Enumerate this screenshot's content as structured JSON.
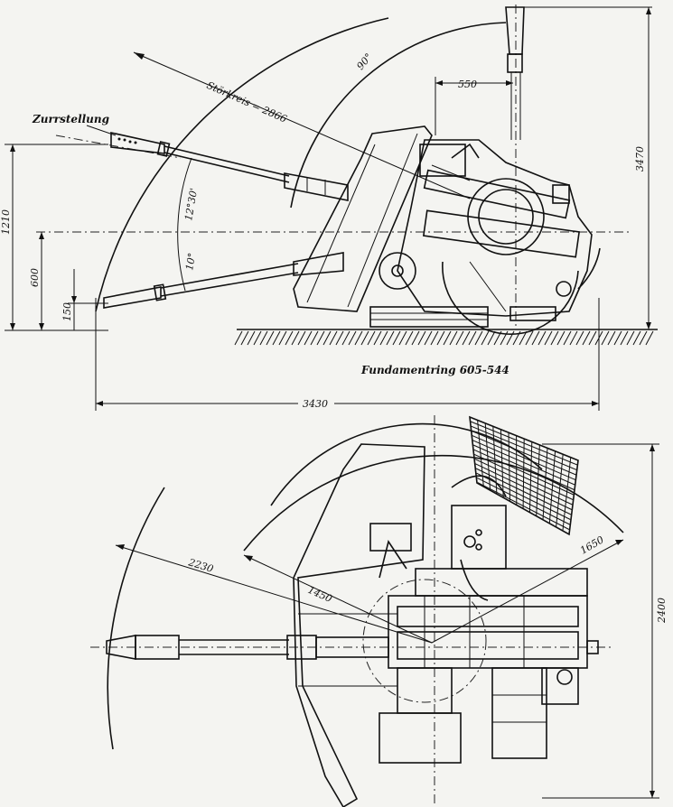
{
  "labels": {
    "zurrstellung": "Zurrstellung",
    "stoerkreis": "Störkreis = 2866",
    "angle_90": "90°",
    "dim_550": "550",
    "dim_3470": "3470",
    "dim_1210": "1210",
    "dim_600": "600",
    "dim_150": "150",
    "angle_12_30": "12°30'",
    "angle_10": "10°",
    "fundamentring": "Fundamentring 605-544",
    "dim_3430": "3430",
    "dim_2230": "2230",
    "dim_1450": "1450",
    "dim_1650": "1650",
    "dim_2400": "2400"
  }
}
